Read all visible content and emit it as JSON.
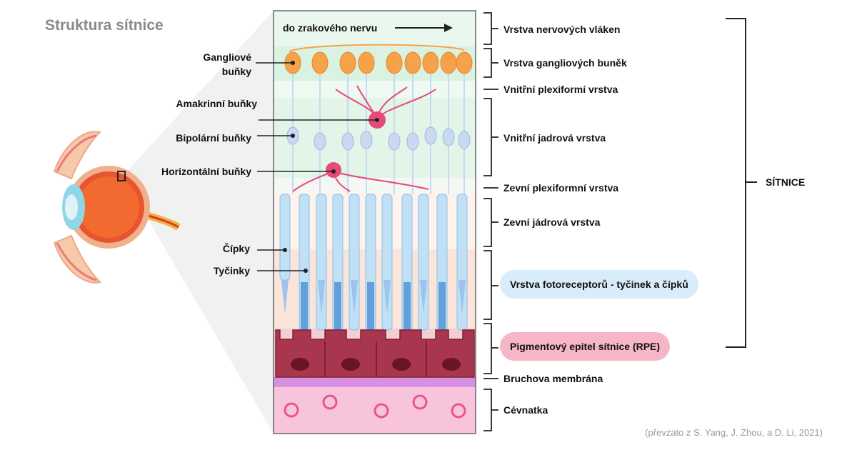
{
  "title": "Struktura sítnice",
  "optic_nerve_label": "do zrakového nervu",
  "left_labels": {
    "ganglion": "Gangliové buňky",
    "amacrine": "Amakrinní buňky",
    "bipolar": "Bipolární buňky",
    "horizontal": "Horizontální buňky",
    "cones": "Čípky",
    "rods": "Tyčinky"
  },
  "layers": [
    "Vrstva nervových vláken",
    "Vrstva gangliových buněk",
    "Vnitřní plexiformí vrstva",
    "Vnitřní jadrová vrstva",
    "Zevní plexiformní vrstva",
    "Zevní jádrová vrstva",
    "Vrstva fotoreceptorů - tyčinek a čípků",
    "Pigmentový epitel sítnice (RPE)",
    "Bruchova membrána",
    "Cévnatka"
  ],
  "group_label": "SÍTNICE",
  "credit": "(převzato z S. Yang, J. Zhou, a D. Li, 2021)",
  "colors": {
    "photoreceptor_highlight": "#d8ecfa",
    "rpe_highlight": "#f7b6c8",
    "rpe": "#a8364f",
    "choroid": "#f8c4dc",
    "bruch": "#d98fe0",
    "ganglion": "#f6a24a",
    "neuron": "#c9d9f2",
    "interneuron": "#e64a78"
  }
}
